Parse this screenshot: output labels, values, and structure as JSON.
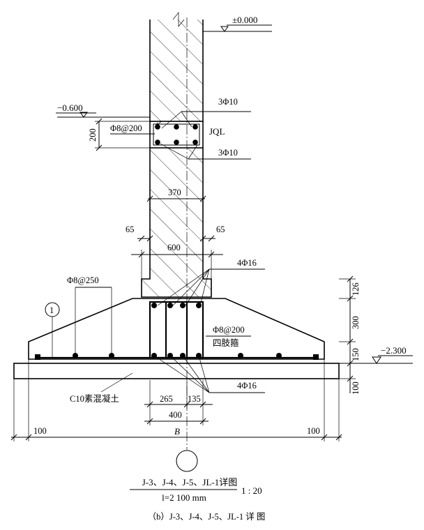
{
  "elevations": {
    "top": "±0.000",
    "ground": "−0.600",
    "bottom": "−2.300"
  },
  "beam": {
    "name": "JQL",
    "top_bars": "3Φ10",
    "bottom_bars": "3Φ10",
    "stirrups": "Φ8@200",
    "height": "200"
  },
  "wall": {
    "width": "370",
    "offset_left": "65",
    "offset_right": "65",
    "footing_width": "600"
  },
  "footing": {
    "column_bars": "4Φ16",
    "column_bars_lower": "4Φ16",
    "stirrups": "Φ8@200",
    "stirrup_type": "四肢箍",
    "bottom_bars": "Φ8@250",
    "bottom_bar_mark": "1",
    "heights": [
      "126",
      "300",
      "150",
      "100"
    ],
    "dims_bottom": [
      "265",
      "135",
      "400"
    ],
    "dim_edges": [
      "100",
      "100"
    ],
    "width_symbol": "B"
  },
  "cushion": {
    "label": "C10素混凝土"
  },
  "caption": {
    "title": "J-3、J-4、J-5、JL-1详图",
    "length": "l=2 100 mm",
    "scale": "1 : 20",
    "sub": "（b）J-3、J-4、J-5、JL-1 详 图"
  }
}
